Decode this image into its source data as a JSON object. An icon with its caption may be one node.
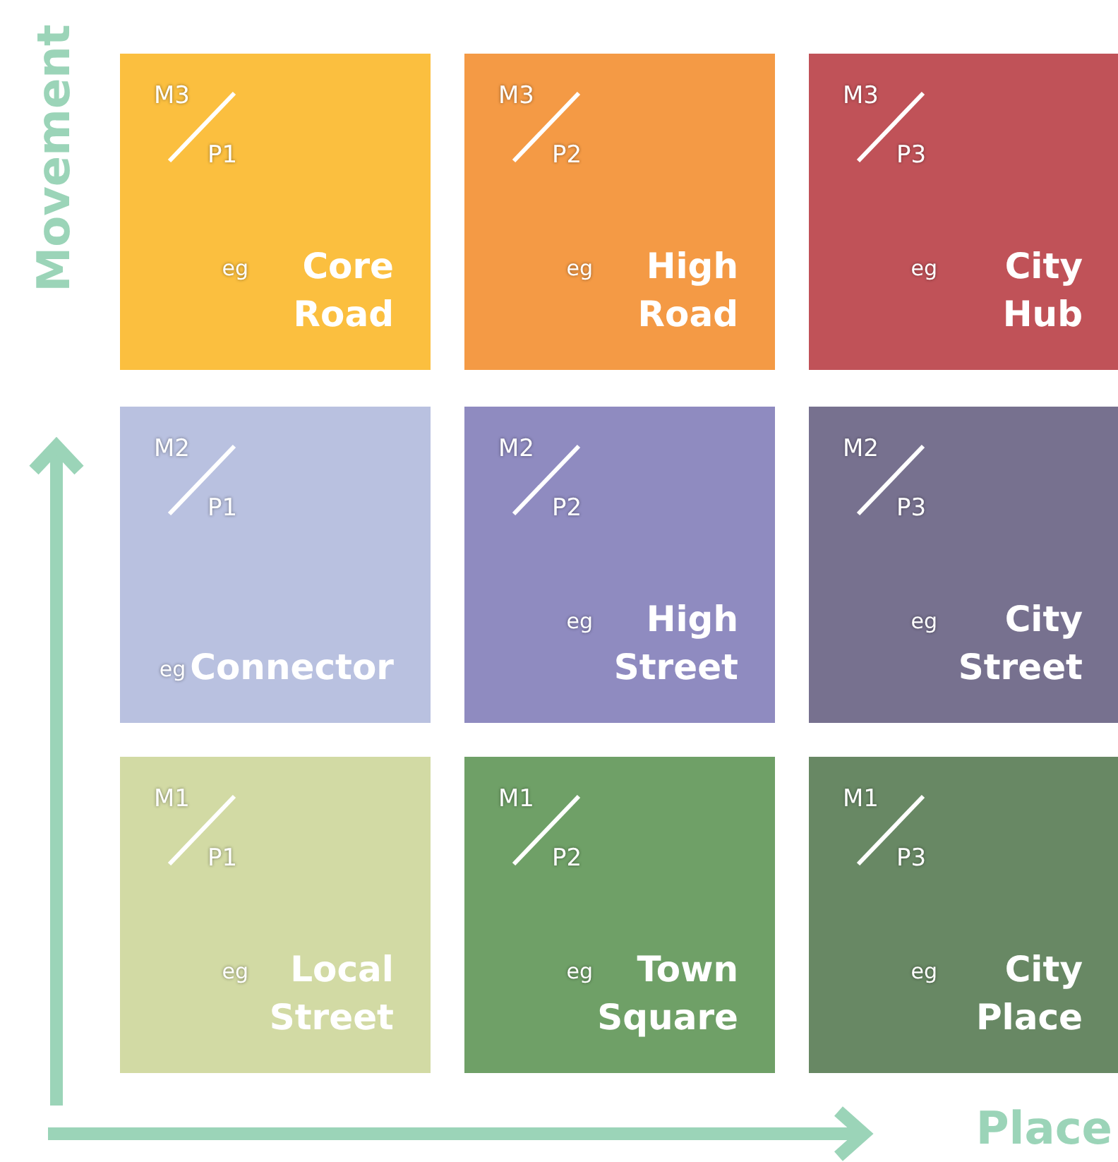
{
  "diagram": {
    "nodes": [
      {
        "text": [
          "M3",
          "P1",
          "eg",
          "Core Road"
        ]
      },
      {
        "text": [
          "M3",
          "P2",
          "eg",
          "High Road"
        ]
      },
      {
        "text": [
          "M3",
          "P3",
          "eg",
          "City Hub"
        ]
      },
      {
        "text": [
          "M2",
          "P1",
          "eg",
          "Connector"
        ]
      },
      {
        "text": [
          "M2",
          "P2",
          "eg",
          "High Street"
        ]
      },
      {
        "text": [
          "M2",
          "P3",
          "eg",
          "City Street"
        ]
      },
      {
        "text": [
          "M1",
          "P1",
          "eg",
          "Local Street"
        ]
      },
      {
        "text": [
          "M1",
          "P2",
          "eg",
          "Town Square"
        ]
      },
      {
        "text": [
          "M1",
          "P3",
          "eg",
          "City Place"
        ]
      }
    ],
    "labels": [
      "Movement",
      "Place"
    ]
  }
}
